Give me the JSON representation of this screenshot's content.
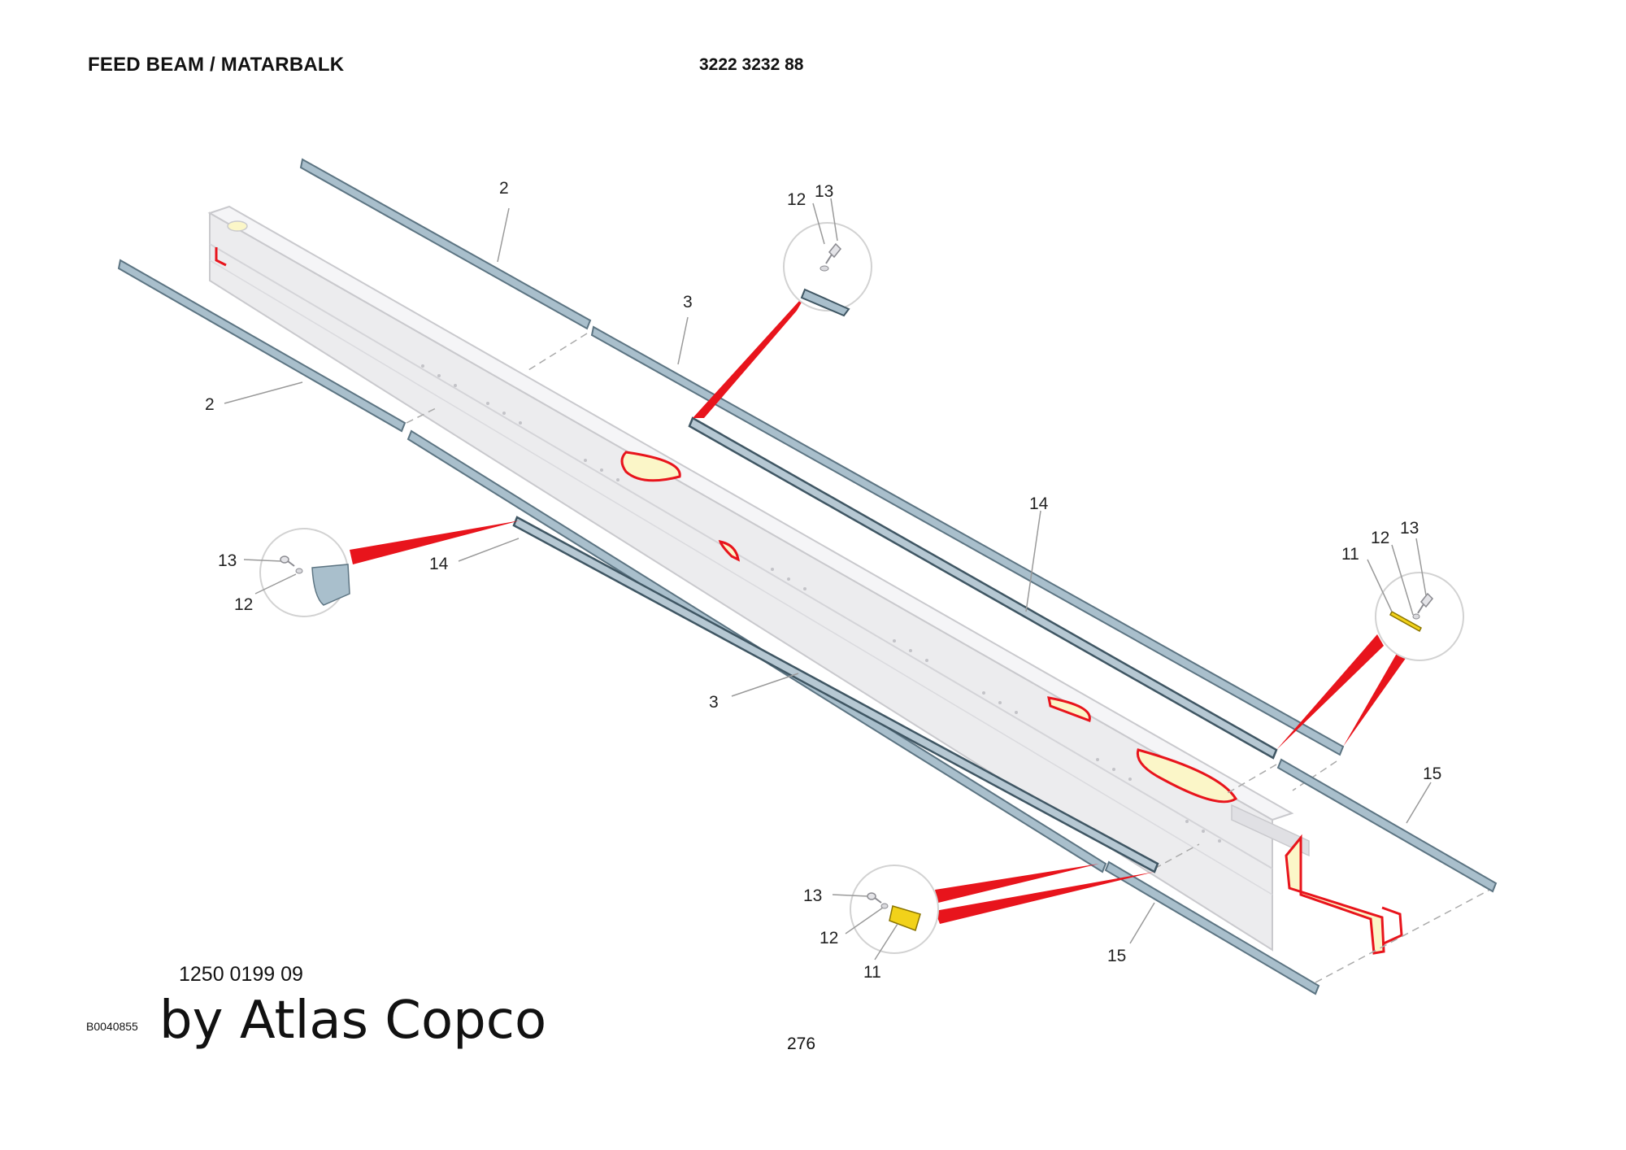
{
  "header": {
    "title": "FEED BEAM / MATARBALK",
    "part_number": "3222 3232 88"
  },
  "callouts": {
    "c2_upper": "2",
    "c3_upper": "3",
    "c12_top": "12",
    "c13_top": "13",
    "c2_left": "2",
    "c13_left": "13",
    "c12_left": "12",
    "c14_left": "14",
    "c14_right": "14",
    "c11_right": "11",
    "c12_right": "12",
    "c13_right": "13",
    "c3_lower": "3",
    "c15_right": "15",
    "c13_bottom": "13",
    "c12_bottom": "12",
    "c11_bottom": "11",
    "c15_bottom": "15"
  },
  "footer": {
    "sub_assembly_number": "1250 0199 09",
    "image_code": "B0040855",
    "watermark": "by Atlas Copco",
    "page_number": "276"
  },
  "colors": {
    "beam_fill": "#ececee",
    "beam_stroke": "#c9c9cd",
    "rail_fill": "#a9bfcc",
    "rail_stroke": "#5c7482",
    "highlight_red": "#e8141c",
    "cutout_yellow": "#fbf6c8",
    "part_yellow": "#f2d21a",
    "leader_gray": "#9a9a9a"
  },
  "icons": {
    "bolt": "bolt-icon",
    "washer": "washer-icon",
    "shim": "shim-plate-icon"
  }
}
